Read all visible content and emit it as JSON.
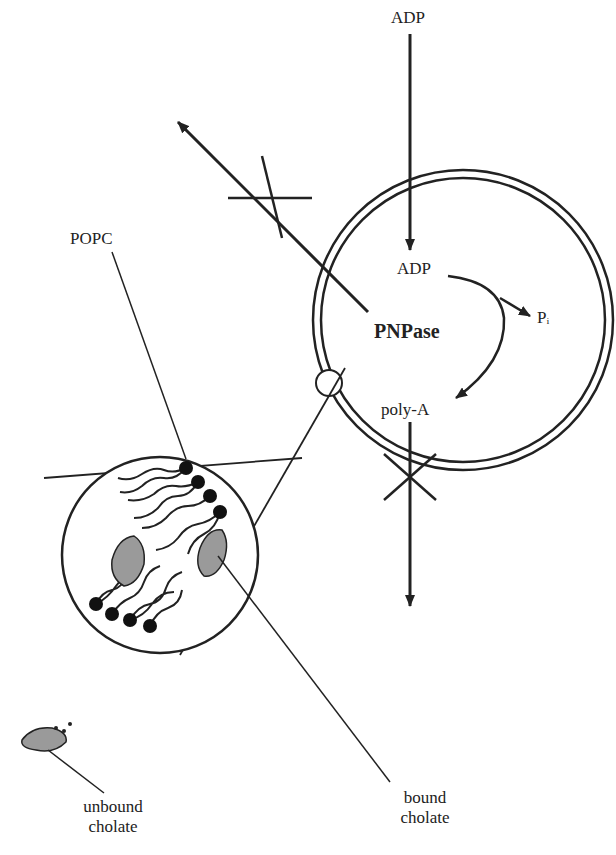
{
  "diagram": {
    "labels": [
      "ADP",
      "ADP",
      "Pᵢ",
      "PNPase",
      "poly-A",
      "POPC",
      "bound cholate",
      "unbound cholate"
    ]
  }
}
